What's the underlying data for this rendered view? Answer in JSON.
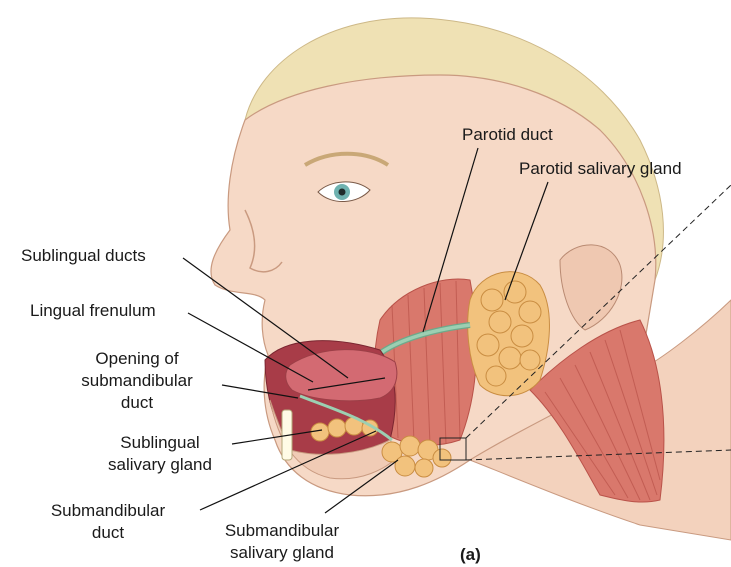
{
  "labels": {
    "parotid_duct": "Parotid duct",
    "parotid_gland": "Parotid salivary gland",
    "sublingual_ducts": "Sublingual ducts",
    "lingual_frenulum": "Lingual frenulum",
    "opening_submandibular": [
      "Opening of",
      "submandibular",
      "duct"
    ],
    "sublingual_gland": [
      "Sublingual",
      "salivary gland"
    ],
    "submandibular_duct": [
      "Submandibular",
      "duct"
    ],
    "submandibular_gland": [
      "Submandibular",
      "salivary gland"
    ],
    "panel": "(a)"
  },
  "colors": {
    "skin": "#f6d9c6",
    "skin_shadow": "#e9bfa6",
    "hair": "#efe1b4",
    "muscle": "#d9786c",
    "muscle_dark": "#b95249",
    "gland": "#f2c27d",
    "gland_edge": "#c98d42",
    "tongue": "#d36a72",
    "duct": "#9ccfb2"
  }
}
